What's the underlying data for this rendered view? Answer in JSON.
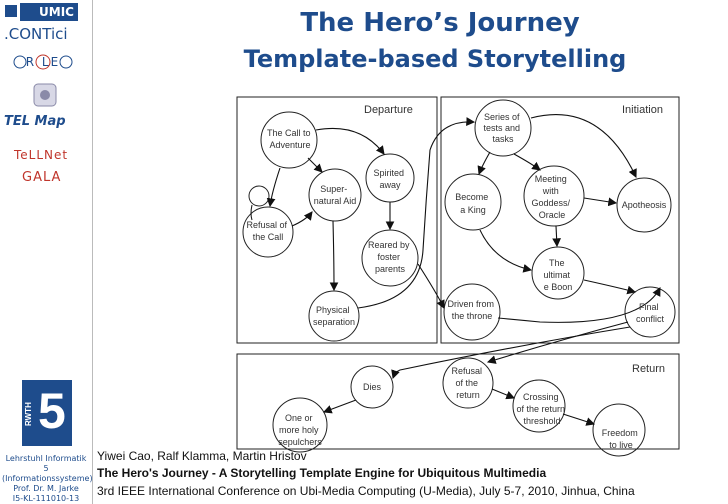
{
  "slide": {
    "title_line1": "The Hero’s Journey",
    "title_line2": "Template-based Storytelling"
  },
  "sidebar": {
    "brand": "UMIC",
    "conticiole_a": ".CONTici",
    "conticiole_b": "R  LE",
    "telmap": "TEL Map",
    "tellnet": "TeLLNet",
    "gala": "GALA",
    "rwth_number": "5",
    "rwth_text": "RWTH",
    "lehrstuhl": "Lehrstuhl Informatik 5 (Informationssysteme) Prof. Dr. M. Jarke",
    "slide_id": "I5-KL-111010-13"
  },
  "diagram": {
    "sections": {
      "departure": "Departure",
      "initiation": "Initiation",
      "return": "Return"
    },
    "nodes": {
      "call": [
        "The Call to",
        "Adventure"
      ],
      "refusal_call": [
        "Refusal of",
        "the Call"
      ],
      "supernatural": [
        "Super-",
        "natural Aid"
      ],
      "spirited": [
        "Spirited",
        "away"
      ],
      "reared": [
        "Reared by",
        "foster",
        "parents"
      ],
      "physical": [
        "Physical",
        "separation"
      ],
      "series": [
        "Series of",
        "tests and",
        "tasks"
      ],
      "king": [
        "Become",
        "a King"
      ],
      "goddess": [
        "Meeting",
        "with",
        "Goddess/",
        "Oracle"
      ],
      "apotheosis": [
        "Apotheosis"
      ],
      "boon": [
        "The",
        "ultimat",
        "e Boon"
      ],
      "driven": [
        "Driven from",
        "the throne"
      ],
      "final": [
        "Final",
        "conflict"
      ],
      "dies": [
        "Dies"
      ],
      "refusal_return": [
        "Refusal",
        "of the",
        "return"
      ],
      "crossing": [
        "Crossing",
        "of the return",
        "threshold"
      ],
      "freedom": [
        "Freedom",
        "to live"
      ],
      "sepulchers": [
        "One or",
        "more holy",
        "sepulchers"
      ]
    }
  },
  "footer": {
    "authors": "Yiwei Cao, Ralf Klamma, Martin Hristov",
    "paper": "The Hero's Journey - A Storytelling Template Engine for Ubiquitous Multimedia",
    "venue": "3rd IEEE International Conference on Ubi-Media Computing (U-Media), July 5-7, 2010, Jinhua, China"
  }
}
